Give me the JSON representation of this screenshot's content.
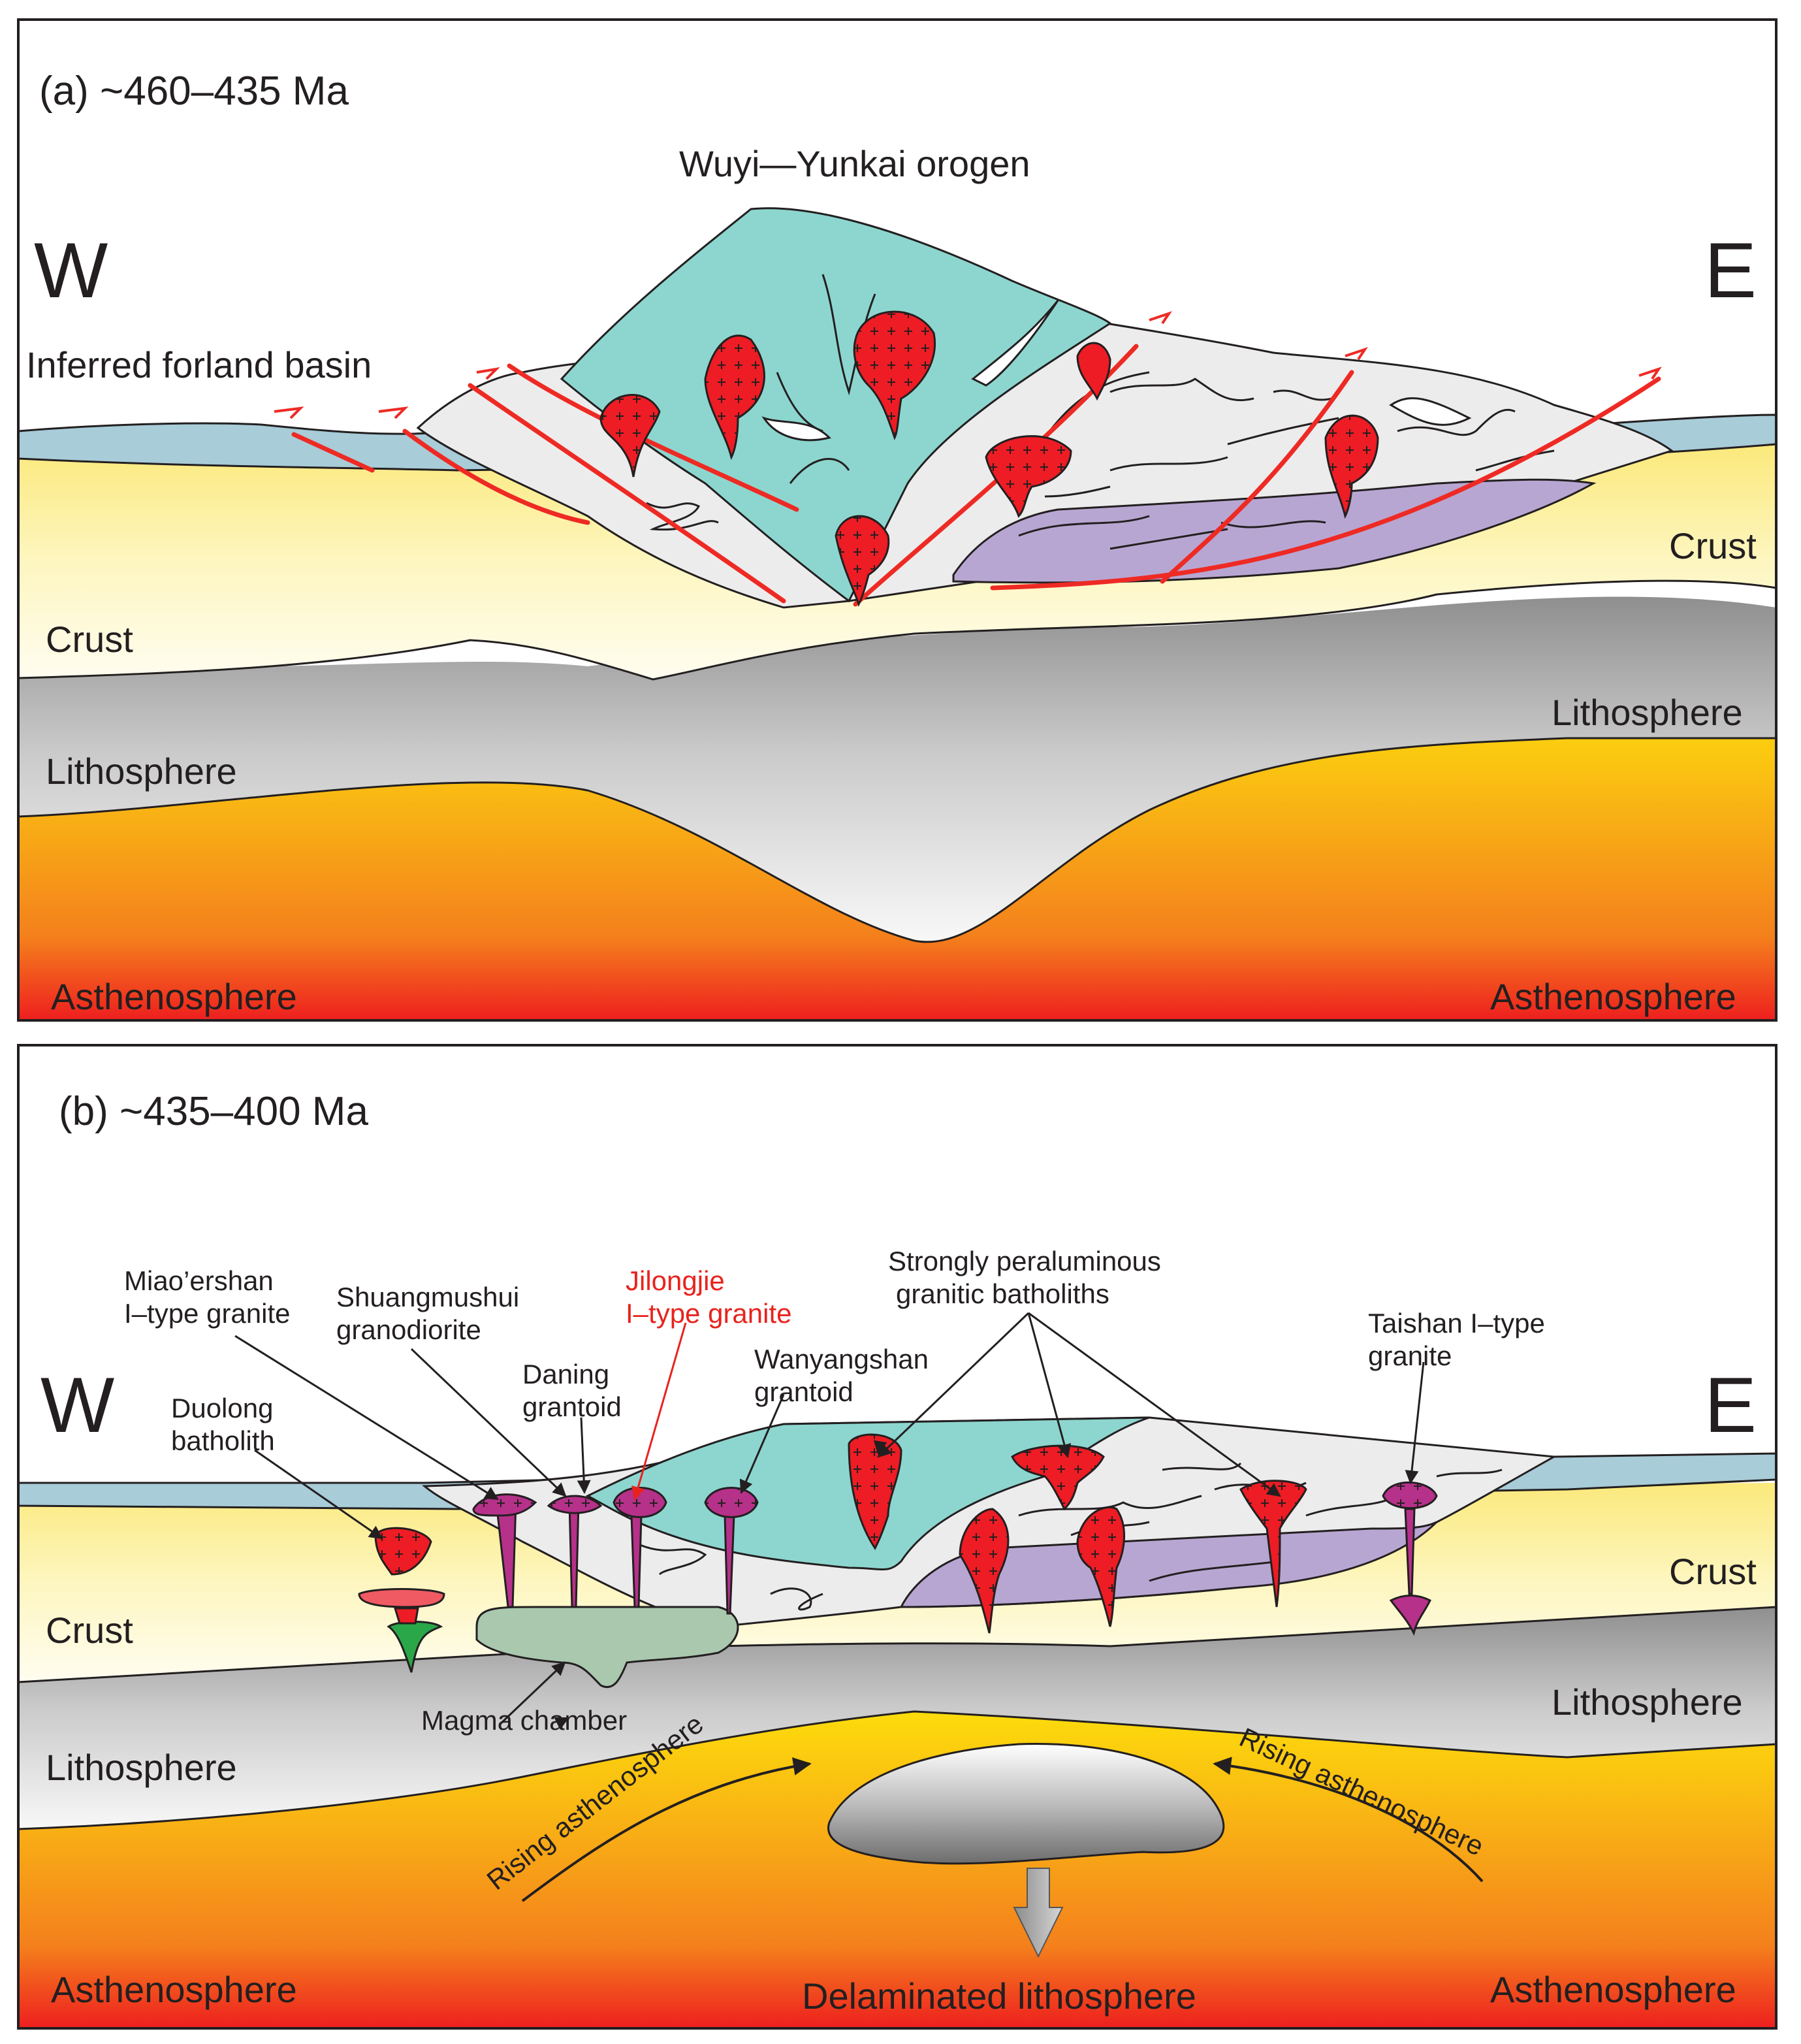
{
  "panel_a": {
    "title": "(a) ~460–435 Ma",
    "orogen_label": "Wuyi—Yunkai orogen",
    "west": "W",
    "east": "E",
    "forland": "Inferred forland basin",
    "crust_left": "Crust",
    "crust_right": "Crust",
    "litho_left": "Lithosphere",
    "litho_right": "Lithosphere",
    "astheno_left": "Asthenosphere",
    "astheno_right": "Asthenosphere"
  },
  "panel_b": {
    "title": "(b) ~435–400 Ma",
    "west": "W",
    "east": "E",
    "miao_1": "Miao’ershan",
    "miao_2": "I–type granite",
    "shuang_1": "Shuangmushui",
    "shuang_2": "granodiorite",
    "jilong_1": "Jilongjie",
    "jilong_2": "I–type granite",
    "daning_1": "Daning",
    "daning_2": "grantoid",
    "duolong_1": "Duolong",
    "duolong_2": "batholith",
    "wanyang_1": "Wanyangshan",
    "wanyang_2": "grantoid",
    "strongly_1": "Strongly peraluminous",
    "strongly_2": "granitic batholiths",
    "taishan_1": "Taishan I–type",
    "taishan_2": "granite",
    "magma": "Magma chamber",
    "crust_left": "Crust",
    "crust_right": "Crust",
    "litho_left": "Lithosphere",
    "litho_right": "Lithosphere",
    "rising_left": "Rising asthenosphere",
    "rising_right": "Rising asthenosphere",
    "astheno_left": "Asthenosphere",
    "astheno_right": "Asthenosphere",
    "delaminated": "Delaminated lithosphere"
  },
  "colors": {
    "sediment_blue": "#a8ccd8",
    "crust_yellow": "#fdf3a8",
    "lithosphere_gray": "#b5b5b5",
    "asthenosphere_orange": "#f6a21c",
    "orogen_teal": "#8dd6cf",
    "metamorphic_gray": "#ececec",
    "lower_purple": "#b8a6d2",
    "granite_red": "#ee1c24",
    "itype_magenta": "#b6318a",
    "magma_green": "#a9c8ae",
    "fault_red": "#ee2a24"
  }
}
